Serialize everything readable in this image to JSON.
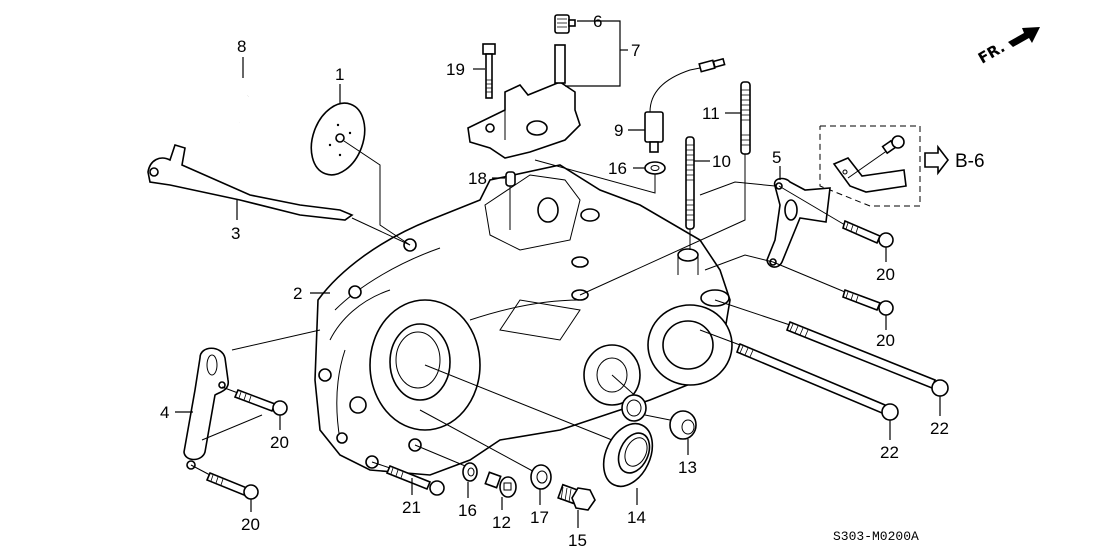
{
  "diagram": {
    "title_code": "S303-M0200A",
    "direction_indicator": {
      "label": "FR.",
      "icon": "arrow-up-right-icon"
    },
    "reference": {
      "arrow_icon": "hollow-arrow-right-icon",
      "label": "B-6"
    },
    "callouts": [
      {
        "id": "c1",
        "number": "1",
        "part": "disc-plate"
      },
      {
        "id": "c2",
        "number": "2",
        "part": "transmission-housing"
      },
      {
        "id": "c3",
        "number": "3",
        "part": "gutter-plate"
      },
      {
        "id": "c4",
        "number": "4",
        "part": "bracket-lower-left"
      },
      {
        "id": "c5",
        "number": "5",
        "part": "bracket-right"
      },
      {
        "id": "c6",
        "number": "6",
        "part": "clip"
      },
      {
        "id": "c7",
        "number": "7",
        "part": "cover-assembly"
      },
      {
        "id": "c8",
        "number": "8",
        "part": "snap-ring"
      },
      {
        "id": "c9",
        "number": "9",
        "part": "sensor-switch"
      },
      {
        "id": "c10",
        "number": "10",
        "part": "stud-bolt"
      },
      {
        "id": "c11",
        "number": "11",
        "part": "stud-bolt-long"
      },
      {
        "id": "c12",
        "number": "12",
        "part": "drain-plug"
      },
      {
        "id": "c13",
        "number": "13",
        "part": "plug"
      },
      {
        "id": "c14",
        "number": "14",
        "part": "oil-seal"
      },
      {
        "id": "c15",
        "number": "15",
        "part": "filler-bolt"
      },
      {
        "id": "c16a",
        "number": "16",
        "part": "washer-sensor"
      },
      {
        "id": "c16b",
        "number": "16",
        "part": "washer-drain"
      },
      {
        "id": "c17",
        "number": "17",
        "part": "washer-filler"
      },
      {
        "id": "c18",
        "number": "18",
        "part": "dowel-pin"
      },
      {
        "id": "c19",
        "number": "19",
        "part": "flange-bolt-cover"
      },
      {
        "id": "c20a",
        "number": "20",
        "part": "flange-bolt-right-upper"
      },
      {
        "id": "c20b",
        "number": "20",
        "part": "flange-bolt-right-lower"
      },
      {
        "id": "c20c",
        "number": "20",
        "part": "flange-bolt-left-upper"
      },
      {
        "id": "c20d",
        "number": "20",
        "part": "flange-bolt-left-lower"
      },
      {
        "id": "c21",
        "number": "21",
        "part": "flange-bolt-bottom"
      },
      {
        "id": "c22a",
        "number": "22",
        "part": "long-bolt-upper"
      },
      {
        "id": "c22b",
        "number": "22",
        "part": "long-bolt-lower"
      }
    ]
  }
}
